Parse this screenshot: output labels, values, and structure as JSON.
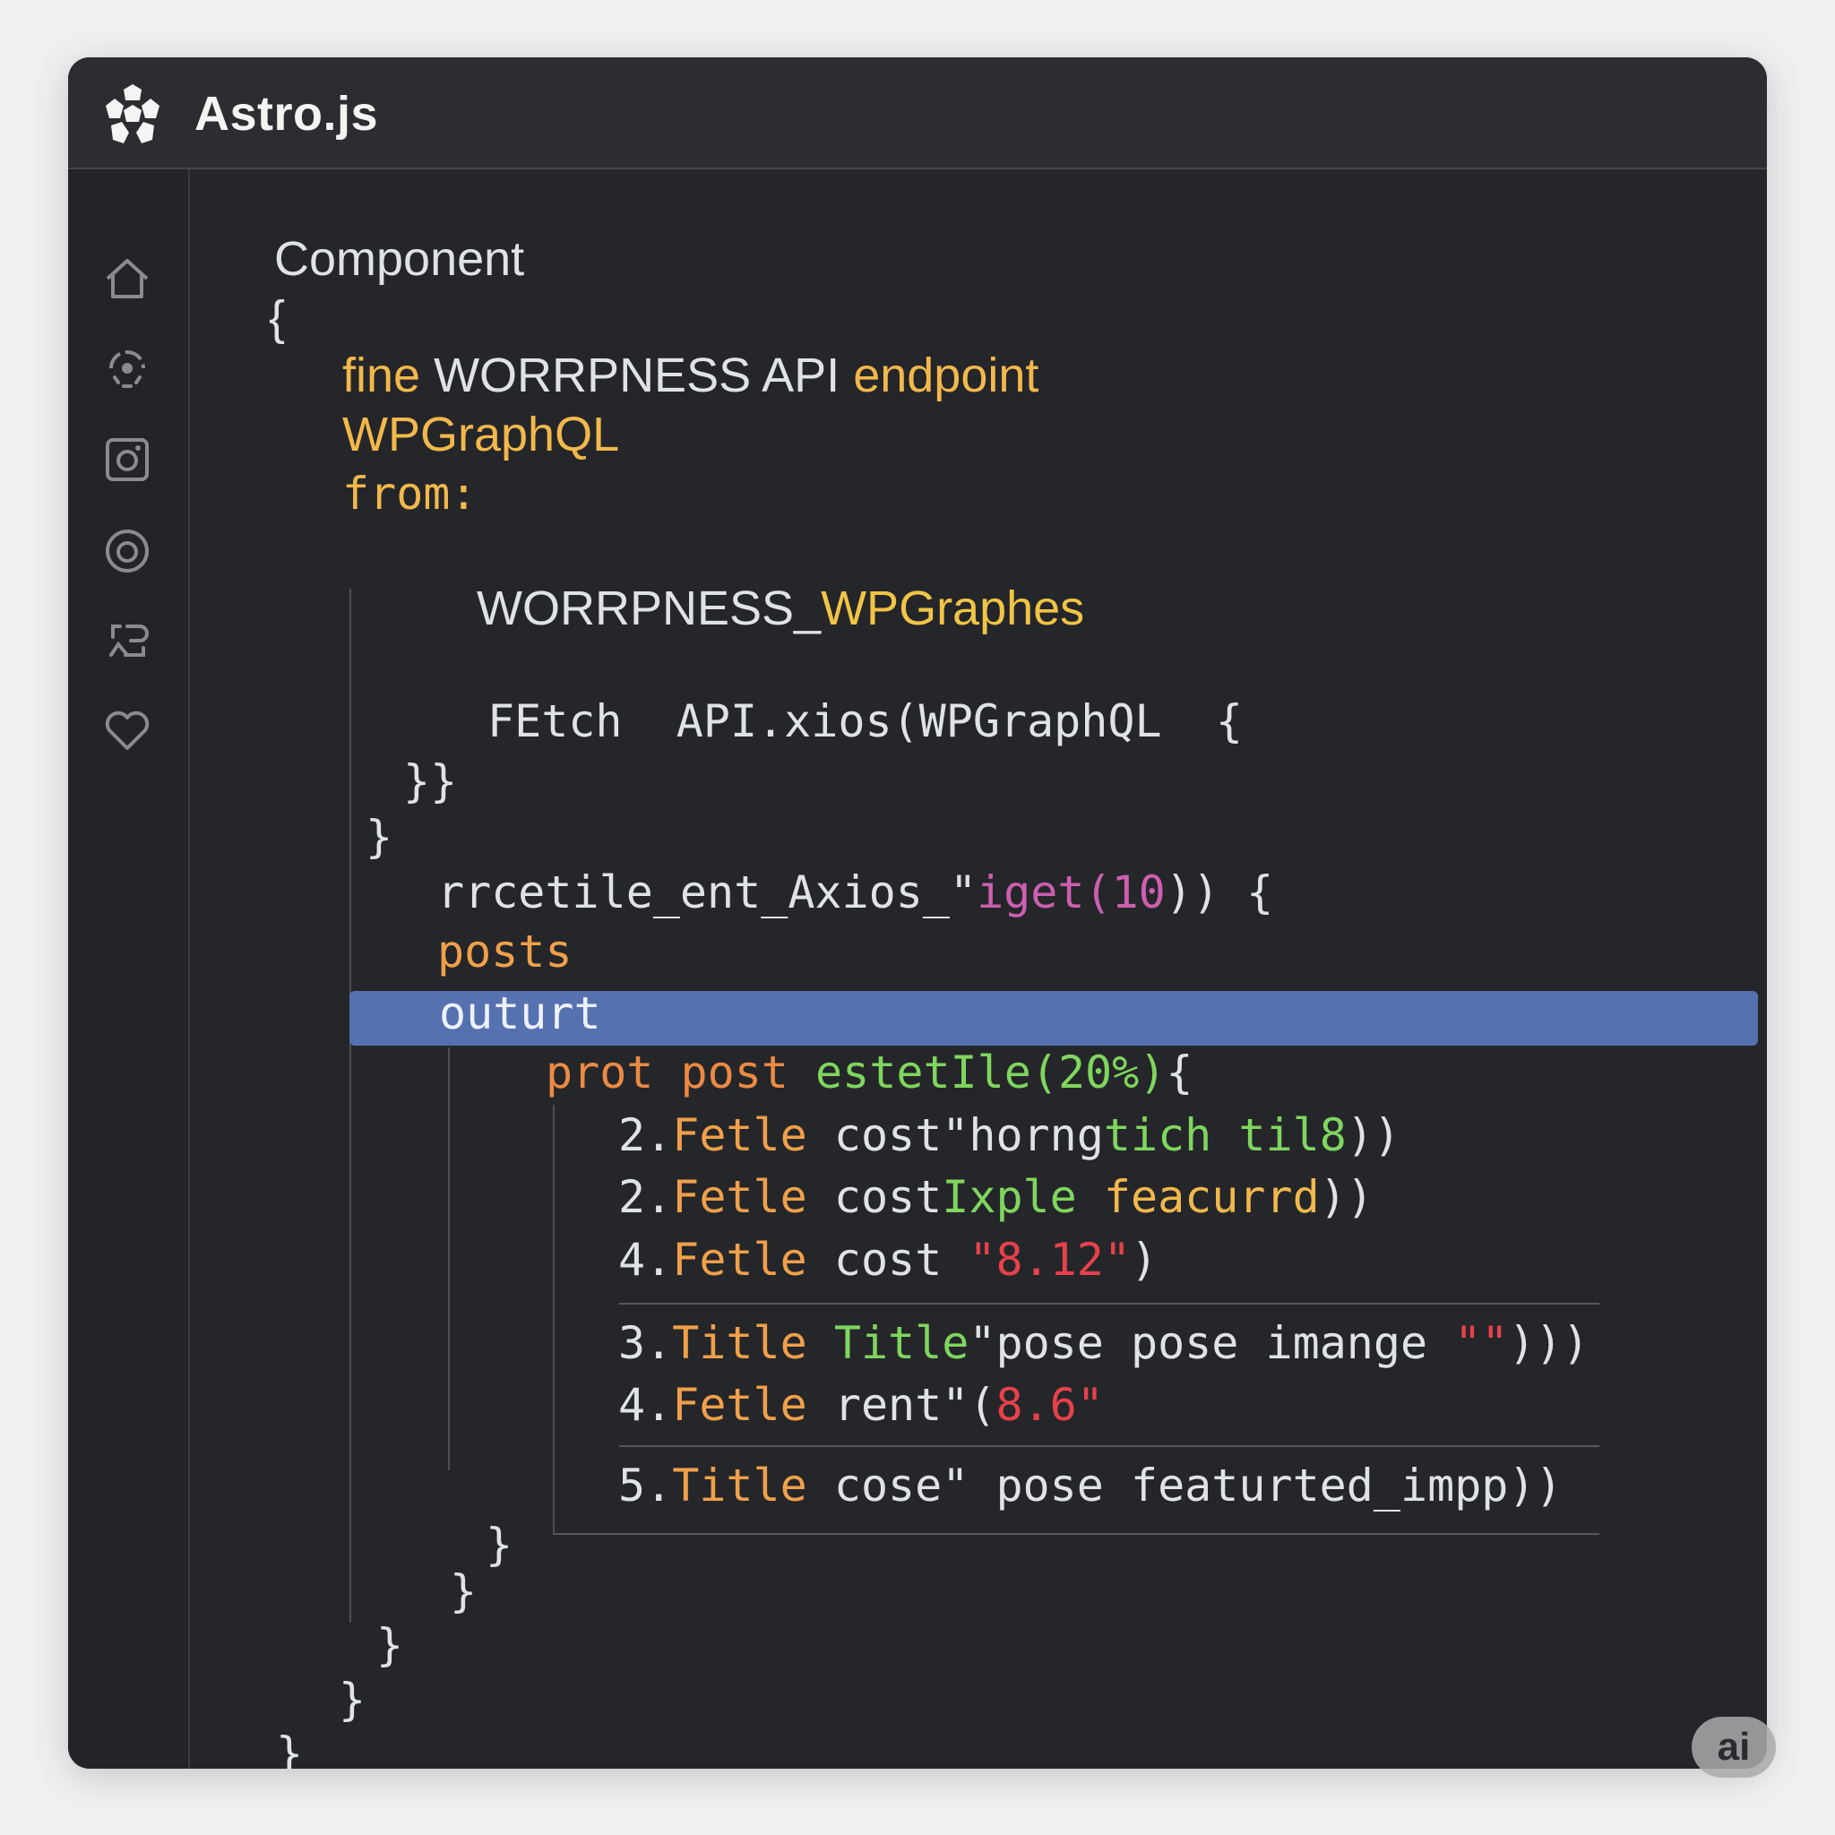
{
  "app": {
    "title": "Astro.js",
    "logo_icon": "astro-flower-logo-icon"
  },
  "colors": {
    "window_bg": "#25262a",
    "header_bg": "#2c2d31",
    "page_bg": "#eef0f2",
    "highlight": "#5571b0",
    "keyword_yellow": "#f2b84b",
    "keyword_orange": "#f0a04a",
    "string_green": "#7fd65e",
    "call_magenta": "#cc5fb0",
    "number_red": "#e8414a",
    "text": "#dfe2e6"
  },
  "sidebar": {
    "items": [
      {
        "icon": "home-icon",
        "label": "Home"
      },
      {
        "icon": "user-focus-icon",
        "label": "Profile"
      },
      {
        "icon": "instagram-icon",
        "label": "Instagram"
      },
      {
        "icon": "target-icon",
        "label": "Target"
      },
      {
        "icon": "link-swap-icon",
        "label": "Links"
      },
      {
        "icon": "heart-icon",
        "label": "Favorites"
      }
    ]
  },
  "code": {
    "l01": "Component",
    "l02": "{",
    "l03": {
      "kw": "fine",
      "mid": " WORRPNESS API ",
      "tail": "endpoint"
    },
    "l04": "WPGraphQL",
    "l05": "from:",
    "l06": {
      "a": "WORRPNESS_",
      "b": "WPGraphes"
    },
    "l07": {
      "a": "FEtch",
      "b": "API.xios(WPGraphQL",
      "c": "{"
    },
    "l08": "}}",
    "l09": "}",
    "l10": {
      "a": "rrcetile_ent_Axios_\"",
      "b": "iget(",
      "c": "10",
      "d": ")) {"
    },
    "l11": "posts",
    "l12": "outurt",
    "l13": {
      "a": "prot post ",
      "b": "estetIle(20%)",
      "c": "{"
    },
    "l14": {
      "n": "2.",
      "k": "Fetle",
      "a": " cost\"horng",
      "b": "tich til8",
      "c": "))"
    },
    "l15": {
      "n": "2.",
      "k": "Fetle",
      "a": " cost",
      "b": "Ixple",
      "c": " feacurrd",
      "d": "))"
    },
    "l16": {
      "n": "4.",
      "k": "Fetle",
      "a": " cost ",
      "s": "\"8.12\"",
      "c": ")"
    },
    "l17": {
      "n": "3.",
      "k": "Title",
      "a": " ",
      "b": "Title",
      "c": "\"pose pose imange ",
      "s": "\"\"",
      "d": ")))"
    },
    "l18": {
      "n": "4.",
      "k": "Fetle",
      "a": " rent\"(",
      "s": "8.6\""
    },
    "l19": {
      "n": "5.",
      "k": "Title",
      "a": " cose\" pose featurted_impp))"
    },
    "closing": [
      "}",
      "}",
      "}",
      "}",
      "}"
    ]
  },
  "badge": {
    "label": "ai"
  }
}
